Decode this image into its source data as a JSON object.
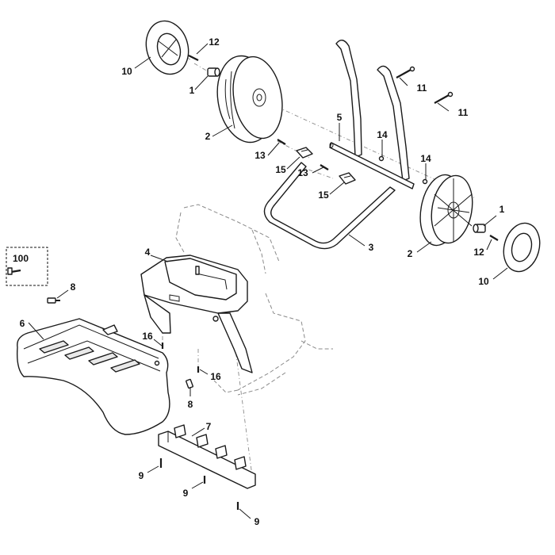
{
  "callouts": {
    "c100": "100",
    "c1a": "1",
    "c1b": "1",
    "c2a": "2",
    "c2b": "2",
    "c3": "3",
    "c4": "4",
    "c5": "5",
    "c6": "6",
    "c7": "7",
    "c8a": "8",
    "c8b": "8",
    "c9a": "9",
    "c9b": "9",
    "c9c": "9",
    "c10a": "10",
    "c10b": "10",
    "c11a": "11",
    "c11b": "11",
    "c12a": "12",
    "c12b": "12",
    "c13a": "13",
    "c13b": "13",
    "c14a": "14",
    "c14b": "14",
    "c15a": "15",
    "c15b": "15",
    "c16a": "16",
    "c16b": "16"
  },
  "colors": {
    "line": "#1a1a1a",
    "ghost": "#8a8a8a",
    "background": "#ffffff"
  }
}
